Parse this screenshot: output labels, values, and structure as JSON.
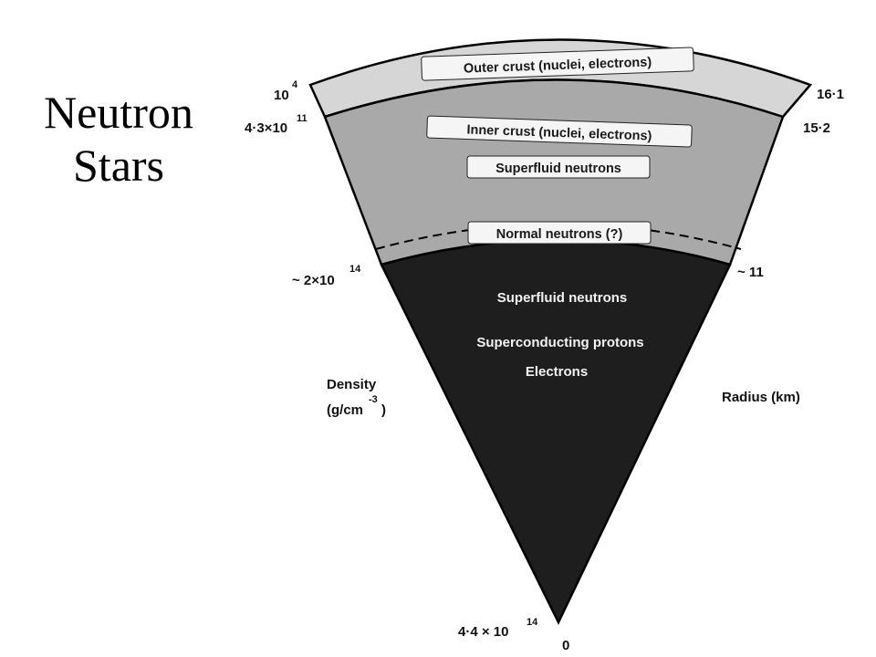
{
  "title": {
    "line1": "Neutron",
    "line2": "Stars"
  },
  "layers": {
    "outer_crust": "Outer crust (nuclei, electrons)",
    "inner_crust": "Inner crust (nuclei, electrons)",
    "inner_superfluid": "Superfluid neutrons",
    "normal_neutrons": "Normal neutrons (?)",
    "core_line1": "Superfluid neutrons",
    "core_line2": "Superconducting protons",
    "core_line3": "Electrons"
  },
  "density": {
    "label": "Density",
    "unit_base": "(g/cm",
    "unit_exp": "-3",
    "unit_close": ")",
    "values": [
      {
        "base": "10",
        "exp": "4"
      },
      {
        "base": "4·3×10",
        "exp": "11"
      },
      {
        "base": "~ 2×10",
        "exp": "14"
      },
      {
        "base": "4·4 × 10",
        "exp": "14"
      }
    ]
  },
  "radius": {
    "label": "Radius (km)",
    "values": [
      "16·1",
      "15·2",
      "~ 11",
      "0"
    ]
  },
  "colors": {
    "outer_crust": "#d6d6d6",
    "inner_crust": "#a9a9a9",
    "core": "#1e1e1e",
    "outline": "#000000"
  }
}
